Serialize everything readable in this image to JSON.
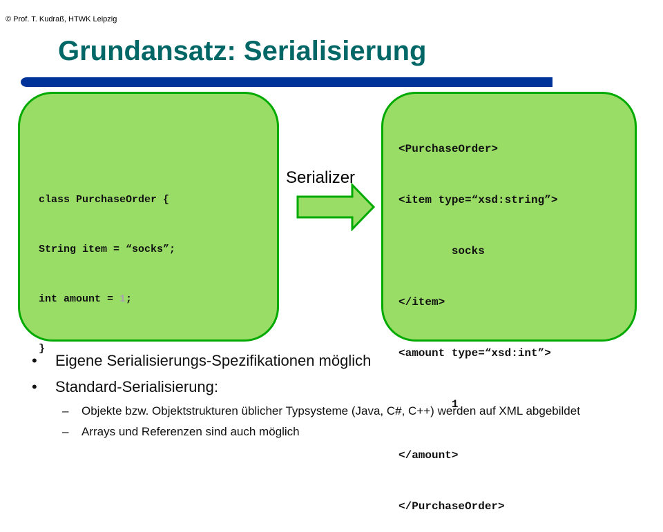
{
  "copyright": "© Prof. T. Kudraß, HTWK Leipzig",
  "title": "Grundansatz: Serialisierung",
  "left_code": [
    {
      "text": "class PurchaseOrder {"
    },
    {
      "pre": "String item = “socks”;",
      "num": "",
      "post": ""
    },
    {
      "pre": "int amount = ",
      "num": "1",
      "post": ";"
    },
    {
      "text": "}"
    }
  ],
  "serializer_label": "Serializer",
  "right_code": [
    "<PurchaseOrder>",
    "<item type=“xsd:string”>",
    "        socks",
    "</item>",
    "<amount type=“xsd:int”>",
    "        1",
    "</amount>",
    "</PurchaseOrder>"
  ],
  "bullets": [
    "Eigene Serialisierungs-Spezifikationen möglich",
    "Standard-Serialisierung:"
  ],
  "sub_bullets": [
    "Objekte bzw. Objektstrukturen üblicher Typsysteme (Java, C#, C++) werden auf XML abgebildet",
    "Arrays und Referenzen sind auch möglich"
  ],
  "colors": {
    "title": "#006666",
    "box_fill": "#99dd66",
    "box_border": "#00aa00",
    "bar": "#003399",
    "arrow_fill": "#99dd66"
  }
}
